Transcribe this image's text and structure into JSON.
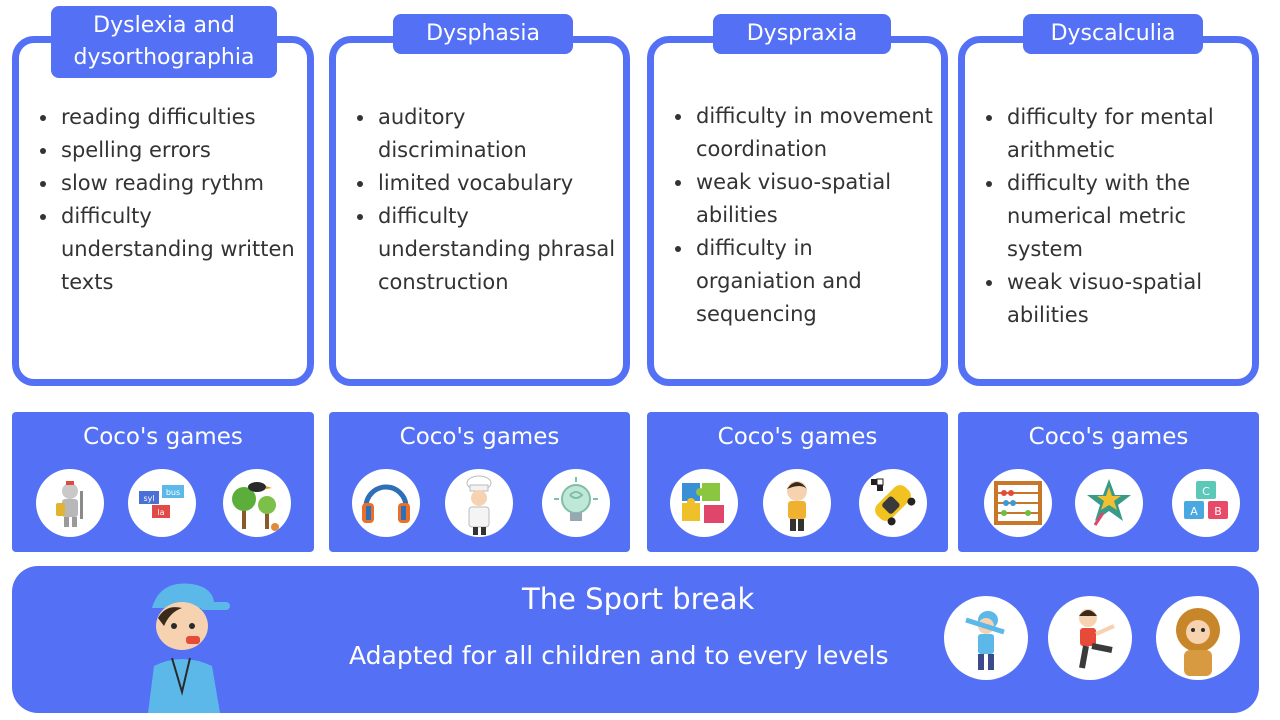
{
  "colors": {
    "accent": "#5470f5",
    "text": "#333333",
    "background": "#ffffff"
  },
  "cards": [
    {
      "title": "Dyslexia and dysorthographia",
      "items": [
        "reading difficulties",
        "spelling errors",
        "slow reading rythm",
        "difficulty understanding written texts"
      ]
    },
    {
      "title": "Dysphasia",
      "items": [
        "auditory discrimination",
        "limited vocabulary",
        "difficulty understanding phrasal construction"
      ]
    },
    {
      "title": "Dyspraxia",
      "items": [
        "difficulty in movement coordination",
        "weak visuo-spatial abilities",
        "difficulty in organiation and sequencing"
      ]
    },
    {
      "title": "Dyscalculia",
      "items": [
        "difficulty for mental arithmetic",
        "difficulty with the numerical metric system",
        "weak visuo-spatial abilities"
      ]
    }
  ],
  "games": [
    {
      "title": "Coco's games",
      "icons": [
        "knight-icon",
        "syllable-cards-icon",
        "bird-tree-icon"
      ],
      "syllables": [
        "syl",
        "bus",
        "la"
      ]
    },
    {
      "title": "Coco's games",
      "icons": [
        "headphones-icon",
        "chef-icon",
        "brain-bulb-icon"
      ]
    },
    {
      "title": "Coco's games",
      "icons": [
        "puzzle-icon",
        "boy-icon",
        "race-car-icon"
      ]
    },
    {
      "title": "Coco's games",
      "icons": [
        "abacus-icon",
        "star-icon",
        "abc-blocks-icon"
      ],
      "blocks": [
        "C",
        "A",
        "B"
      ]
    }
  ],
  "sport": {
    "title": "The Sport break",
    "subtitle": "Adapted for all children and to every levels",
    "icons": [
      "coach-icon",
      "dab-kid-icon",
      "kicking-kid-icon",
      "lion-costume-icon"
    ]
  }
}
